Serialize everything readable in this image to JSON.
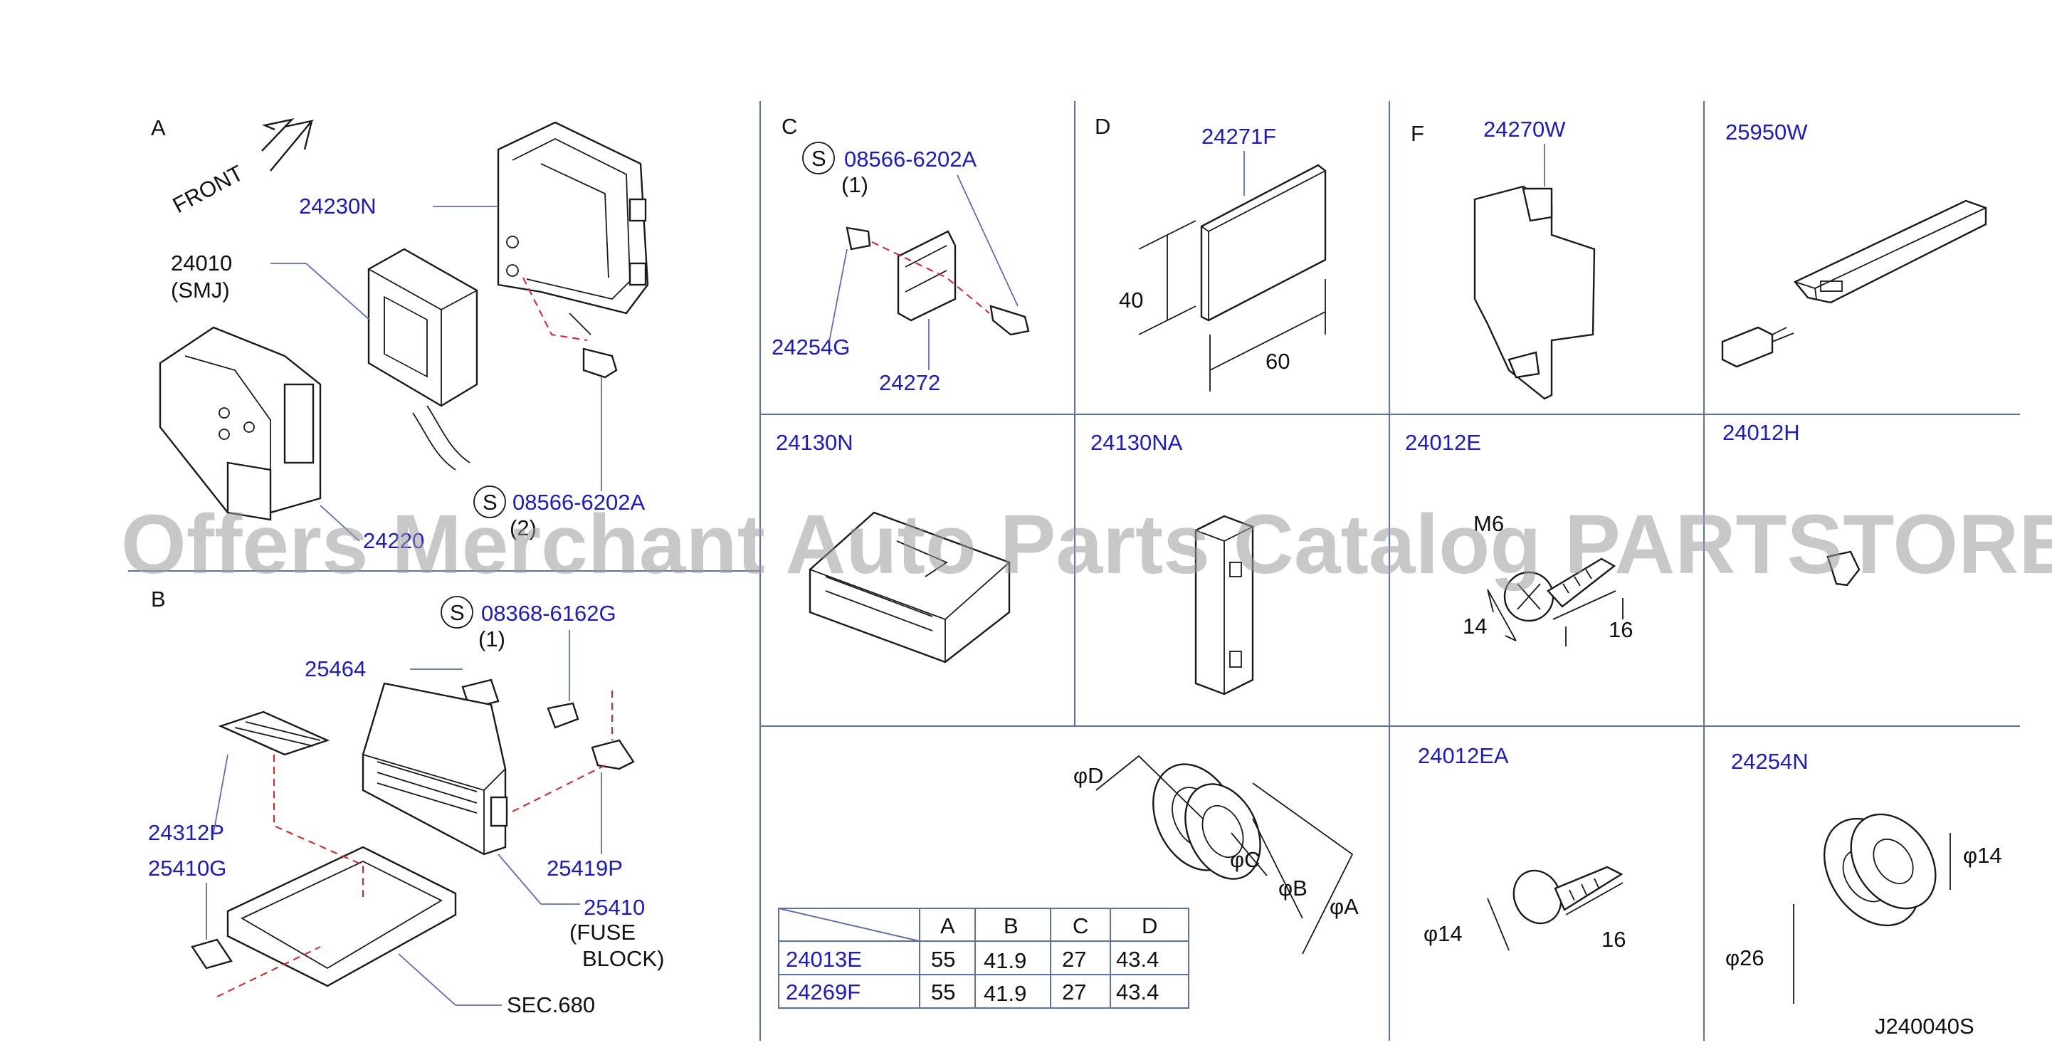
{
  "diagram_id": "J240040S",
  "watermark": "Offers Merchant Auto Parts Catalog PARTSTORE.SA",
  "sections": {
    "A": {
      "letter": "A",
      "front_label": "FRONT",
      "parts": [
        "24230N",
        "24010",
        "(SMJ)",
        "08566-6202A",
        "(2)"
      ],
      "partial_label": "24220"
    },
    "B": {
      "letter": "B",
      "parts": [
        "08368-6162G",
        "(1)",
        "25464",
        "24312P",
        "25410G",
        "25419P",
        "25410",
        "(FUSE",
        "BLOCK)",
        "SEC.680"
      ]
    },
    "C": {
      "letter": "C",
      "parts": [
        "08566-6202A",
        "(1)",
        "24254G",
        "24272"
      ]
    },
    "D": {
      "letter": "D",
      "part": "24271F",
      "dim_height": "40",
      "dim_width": "60"
    },
    "F": {
      "letter": "F",
      "part": "24270W"
    },
    "G": {
      "part": "25950W"
    },
    "row2": {
      "p1": "24130N",
      "p2": "24130NA",
      "p3": {
        "part": "24012E",
        "thread": "M6",
        "dim1": "14",
        "dim2": "16"
      },
      "p4": "24012H"
    },
    "row3": {
      "grommet_labels": [
        "φD",
        "φC",
        "φB",
        "φA"
      ],
      "table": {
        "headers": [
          "",
          "A",
          "B",
          "C",
          "D"
        ],
        "rows": [
          [
            "24013E",
            "55",
            "41.9",
            "27",
            "43.4"
          ],
          [
            "24269F",
            "55",
            "41.9",
            "27",
            "43.4"
          ]
        ]
      },
      "p2": {
        "part": "24012EA",
        "dim1": "φ14",
        "dim2": "16"
      },
      "p3": {
        "part": "24254N",
        "dim1": "φ14",
        "dim2": "φ26"
      }
    }
  }
}
